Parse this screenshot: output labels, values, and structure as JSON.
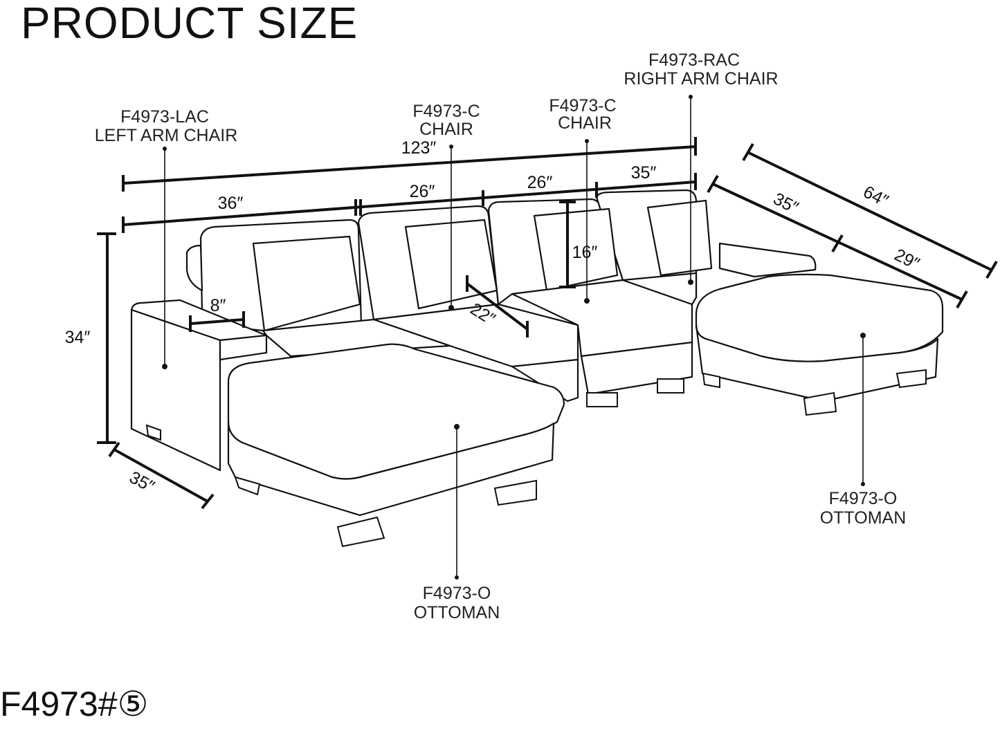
{
  "title": "PRODUCT SIZE",
  "model_code": "F4973#⑤",
  "components": {
    "left_arm_chair": {
      "code": "F4973-LAC",
      "name": "LEFT ARM CHAIR"
    },
    "chair_1": {
      "code": "F4973-C",
      "name": "CHAIR"
    },
    "chair_2": {
      "code": "F4973-C",
      "name": "CHAIR"
    },
    "right_arm_chair": {
      "code": "F4973-RAC",
      "name": "RIGHT ARM CHAIR"
    },
    "ottoman_left": {
      "code": "F4973-O",
      "name": "OTTOMAN"
    },
    "ottoman_right": {
      "code": "F4973-O",
      "name": "OTTOMAN"
    }
  },
  "dimensions": {
    "total_width": "123″",
    "left_arm_chair_width": "36″",
    "chair_1_width": "26″",
    "chair_2_width": "26″",
    "right_arm_chair_width": "35″",
    "height": "34″",
    "depth": "35″",
    "arm_width": "8″",
    "seat_depth": "22″",
    "back_height": "16″",
    "chaise_length": "64″",
    "chaise_seat_depth": "35″",
    "ottoman_length": "29″"
  }
}
